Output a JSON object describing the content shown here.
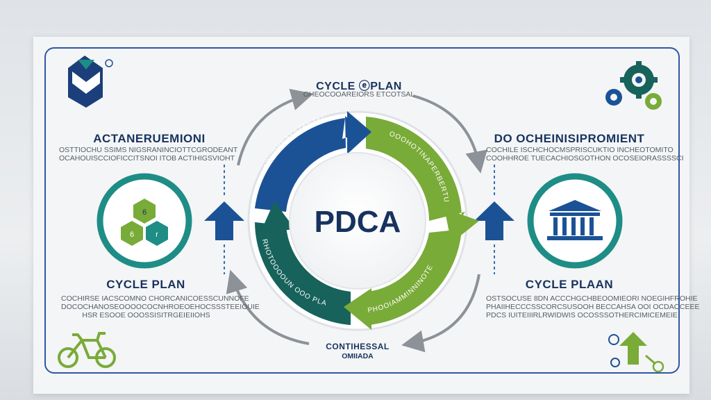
{
  "top": {
    "title": "CYCLE ⓔPLAN",
    "subtitle": "OHEOCOOAREIORS ETCOTSAL"
  },
  "left_top": {
    "title": "ACTANERUEMIONI",
    "lines": [
      "OSTTIOCHU SSIMS NIGSRANINCIOTTCGRODEANT",
      "OCAHOUISCCIOFICCITSNOI  ITOB  ACTIHIGSVIOHT"
    ]
  },
  "right_top": {
    "title": "DO OCHEINISIPROMIENT",
    "lines": [
      "COCHILE ISCHCHOCMSPRISCUKTIO INCHEOTOMITO",
      "COOHHROE TUECACHIOSGOTHON OCOSEIORASSSSCI"
    ]
  },
  "left_bottom": {
    "title": "CYCLE PLAN",
    "lines": [
      "COCHIRSE  IACSCOMNO CHORCANICOESSCUNNOFE",
      "DOCOCHANOSEOOOOCOCNHROEOEHOCSSSTEEIOUIE",
      "HSR ESOOE OOOSSISITRGEIEIIOHS"
    ]
  },
  "right_bottom": {
    "title": "CYCLE PLAAN",
    "lines": [
      "OSTSOCUSE 8DN  ACCCHGCHBEOOMIEORI  NOEGIHFROHIE",
      "PHAIIHECCCSSCORCSUSOOH BECCAHSA OOI OCDAOCEEE",
      "PDCS  IUITEIIIRLRWIDWIS OCOSSSOTHERCIMICEMEIE"
    ]
  },
  "bottom": {
    "title": "CONTIHESSAL",
    "subtitle": "OMIIADA"
  },
  "center": {
    "label": "PDCA"
  },
  "arcs": {
    "top_left": "OOHORNAYSTANTAL",
    "top_right": "OOOHOTINAPERBERTU",
    "bottom_left": "RHOTOOOOUN OOO PLAN",
    "bottom_right": "PHOOIAMMINNINOTEPION"
  },
  "icons": {
    "logo": "shield-logo-icon",
    "gears": "gears-icon",
    "blocks": "hexagon-blocks-icon",
    "building": "bank-building-icon",
    "bicycle": "bicycle-icon",
    "growth": "growth-arrow-icon"
  },
  "colors": {
    "navy": "#1b5296",
    "teal": "#1e8d86",
    "green": "#79ab38",
    "dark_teal": "#17625b",
    "dark_text": "#17325e"
  }
}
